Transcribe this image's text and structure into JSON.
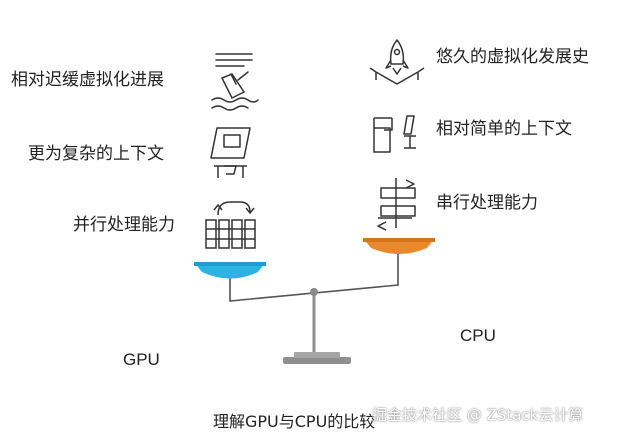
{
  "left": {
    "items": [
      {
        "label": "相对迟缓虚拟化进展",
        "icon": "sinking-ship-icon"
      },
      {
        "label": "更为复杂的上下文",
        "icon": "drafting-desk-icon"
      },
      {
        "label": "并行处理能力",
        "icon": "parallel-grid-icon"
      }
    ],
    "side_label": "GPU",
    "pan_color": "#2bb3e3"
  },
  "right": {
    "items": [
      {
        "label": "悠久的虚拟化发展史",
        "icon": "rocket-launch-icon"
      },
      {
        "label": "相对简单的上下文",
        "icon": "desk-chair-icon"
      },
      {
        "label": "串行处理能力",
        "icon": "serial-process-icon"
      }
    ],
    "side_label": "CPU",
    "pan_color": "#e8892b"
  },
  "title": "理解GPU与CPU的比较",
  "watermark": "掘金技术社区 @ ZStack云计算"
}
